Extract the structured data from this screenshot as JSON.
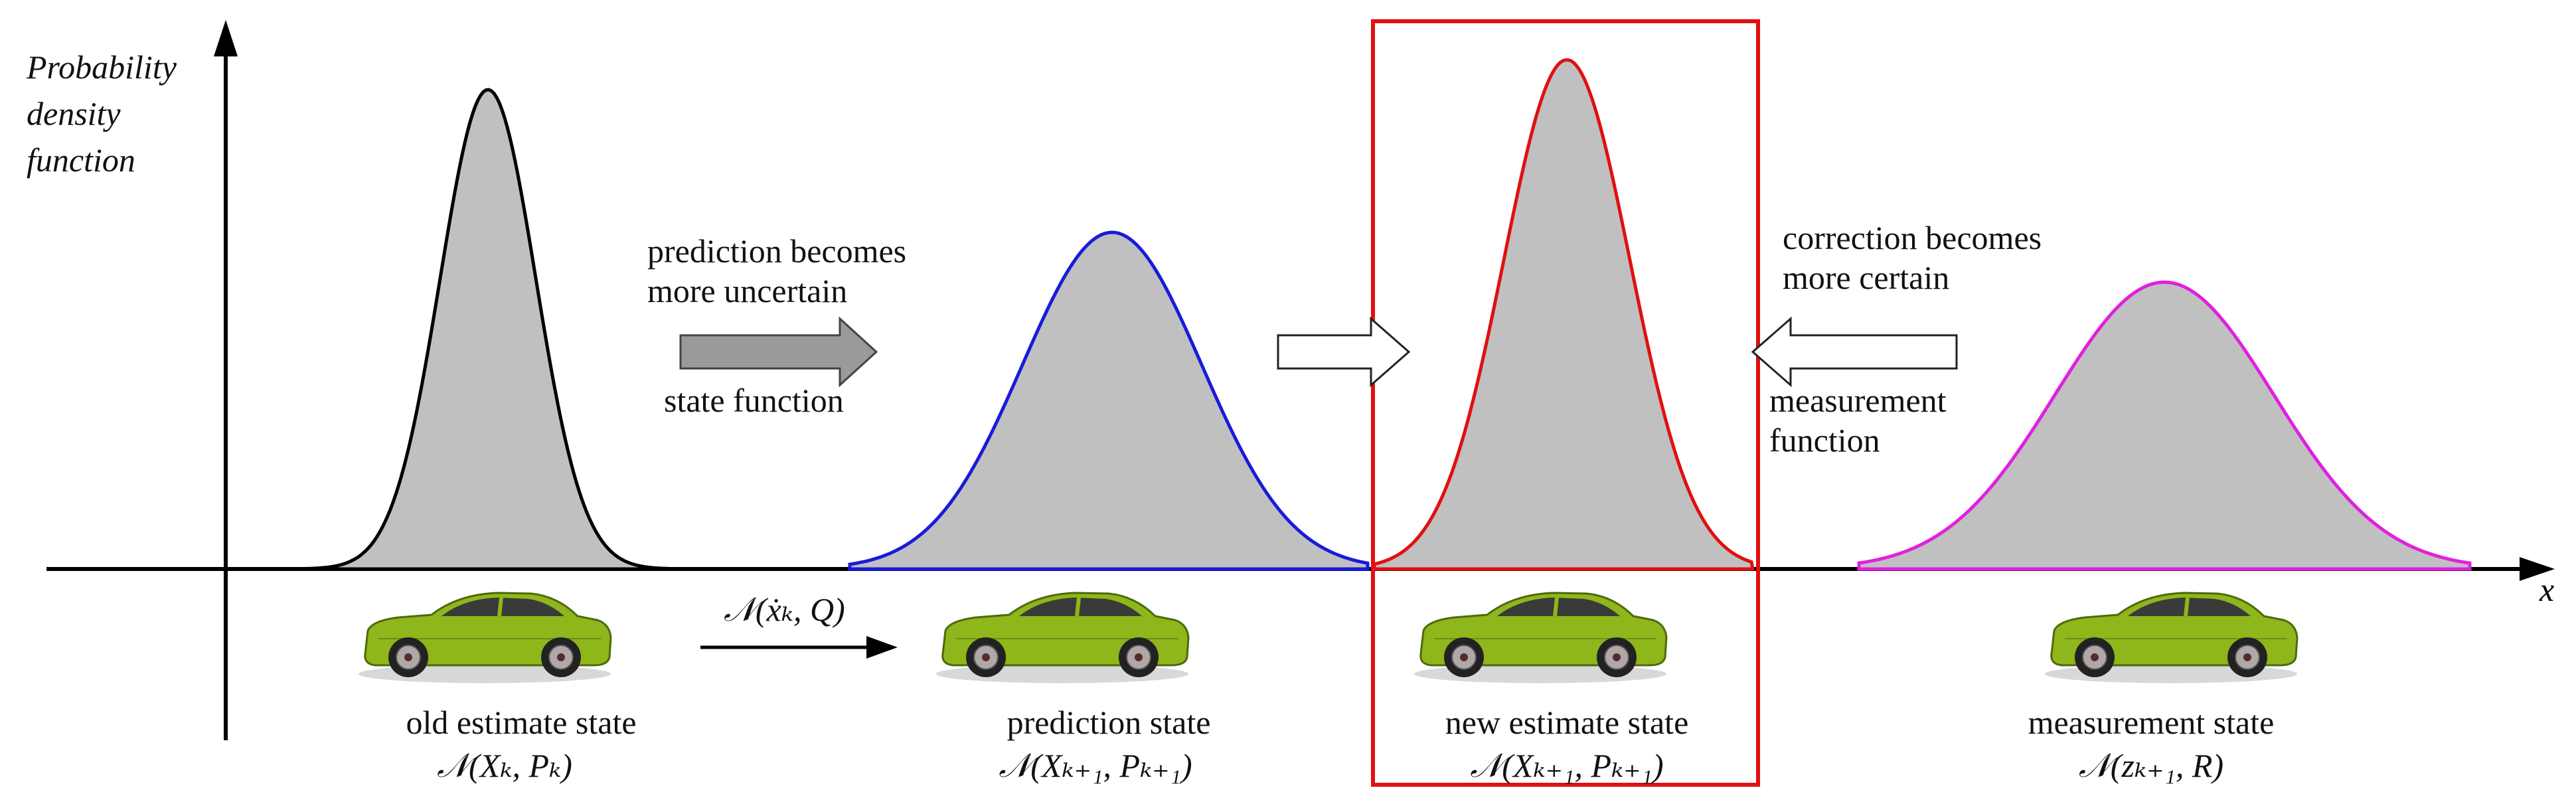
{
  "axes": {
    "y_label_lines": [
      "Probability",
      "density",
      "function"
    ],
    "x_label": "x"
  },
  "annotations": {
    "prediction_text": [
      "prediction becomes",
      "more uncertain"
    ],
    "state_function": "state function",
    "correction_text": [
      "correction becomes",
      "more certain"
    ],
    "measurement_function": [
      "measurement",
      "function"
    ],
    "process_noise": "𝒩(ẋₖ, Q)"
  },
  "states": [
    {
      "name": "old estimate state",
      "dist": "𝒩(Xₖ, Pₖ)",
      "curve_color": "#000000"
    },
    {
      "name": "prediction state",
      "dist": "𝒩(Xₖ₊₁, Pₖ₊₁)",
      "curve_color": "#1a1adc"
    },
    {
      "name": "new estimate state",
      "dist": "𝒩(Xₖ₊₁, Pₖ₊₁)",
      "curve_color": "#e01010"
    },
    {
      "name": "measurement state",
      "dist": "𝒩(zₖ₊₁, R)",
      "curve_color": "#e020e0"
    }
  ],
  "colors": {
    "fill": "#c0c0c0",
    "highlight_box": "#e01010",
    "car_body": "#8fb61a",
    "arrow_gray": "#9a9a9a"
  }
}
